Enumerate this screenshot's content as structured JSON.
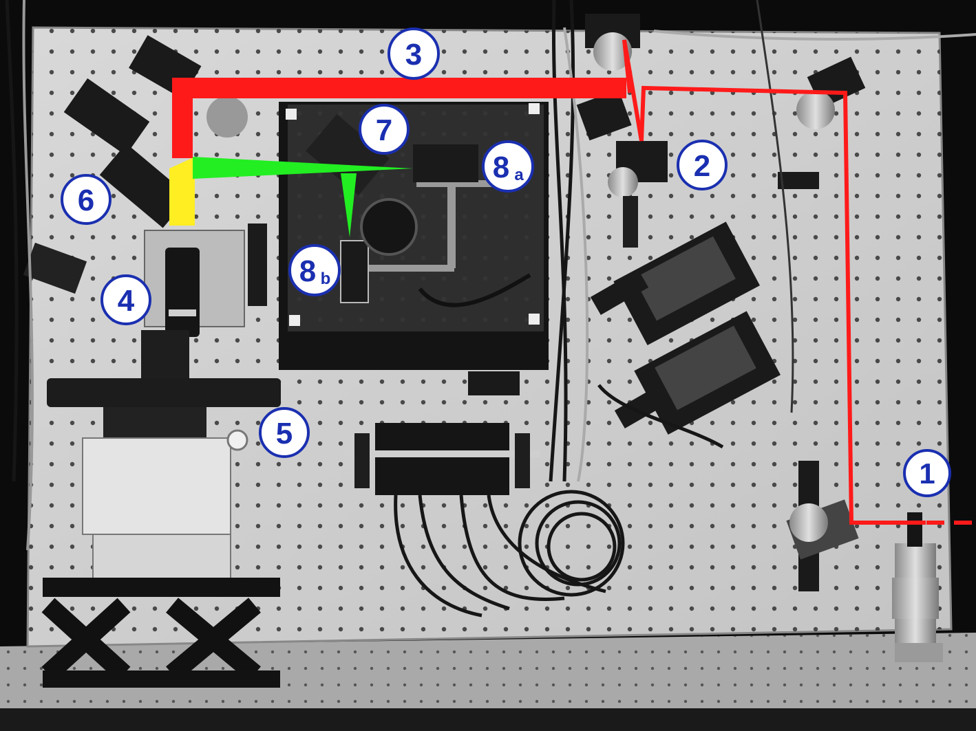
{
  "labels": [
    {
      "id": "label-1",
      "text": "1",
      "sub": ""
    },
    {
      "id": "label-2",
      "text": "2",
      "sub": ""
    },
    {
      "id": "label-3",
      "text": "3",
      "sub": ""
    },
    {
      "id": "label-4",
      "text": "4",
      "sub": ""
    },
    {
      "id": "label-5",
      "text": "5",
      "sub": ""
    },
    {
      "id": "label-6",
      "text": "6",
      "sub": ""
    },
    {
      "id": "label-7",
      "text": "7",
      "sub": ""
    },
    {
      "id": "label-8a",
      "text": "8",
      "sub": "a"
    },
    {
      "id": "label-8b",
      "text": "8",
      "sub": "b"
    }
  ],
  "colors": {
    "laser_red": "#ff1a1a",
    "beam_green": "#22ee22",
    "beam_yellow": "#ffee22",
    "label_blue": "#1a2fb0",
    "breadboard": "#cfcfcf",
    "hole": "#3a3a3a",
    "component": "#1c1c1c",
    "metal": "#b8b8b8"
  }
}
